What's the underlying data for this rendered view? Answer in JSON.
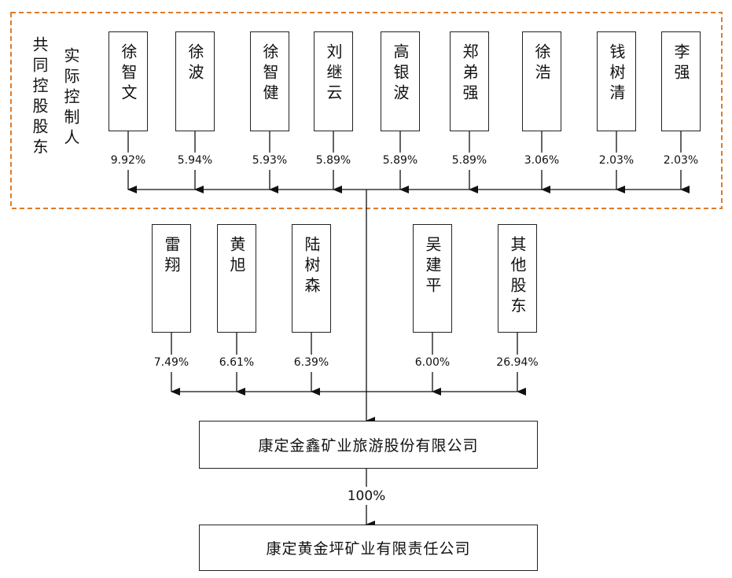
{
  "group": {
    "label_1": "共同控股股东",
    "label_2": "实际控制人",
    "border_color": "#e07b2a"
  },
  "top_row": [
    {
      "name": "徐智文",
      "pct": "9.92%"
    },
    {
      "name": "徐波",
      "pct": "5.94%"
    },
    {
      "name": "徐智健",
      "pct": "5.93%"
    },
    {
      "name": "刘继云",
      "pct": "5.89%"
    },
    {
      "name": "高银波",
      "pct": "5.89%"
    },
    {
      "name": "郑弟强",
      "pct": "5.89%"
    },
    {
      "name": "徐浩",
      "pct": "3.06%"
    },
    {
      "name": "钱树清",
      "pct": "2.03%"
    },
    {
      "name": "李强",
      "pct": "2.03%"
    }
  ],
  "mid_row": [
    {
      "name": "雷翔",
      "pct": "7.49%"
    },
    {
      "name": "黄旭",
      "pct": "6.61%"
    },
    {
      "name": "陆树森",
      "pct": "6.39%"
    },
    {
      "name": "吴建平",
      "pct": "6.00%"
    },
    {
      "name": "其他股东",
      "pct": "26.94%"
    }
  ],
  "company": {
    "name": "康定金鑫矿业旅游股份有限公司"
  },
  "ownership": {
    "pct": "100%"
  },
  "subsidiary": {
    "name": "康定黄金坪矿业有限责任公司"
  }
}
